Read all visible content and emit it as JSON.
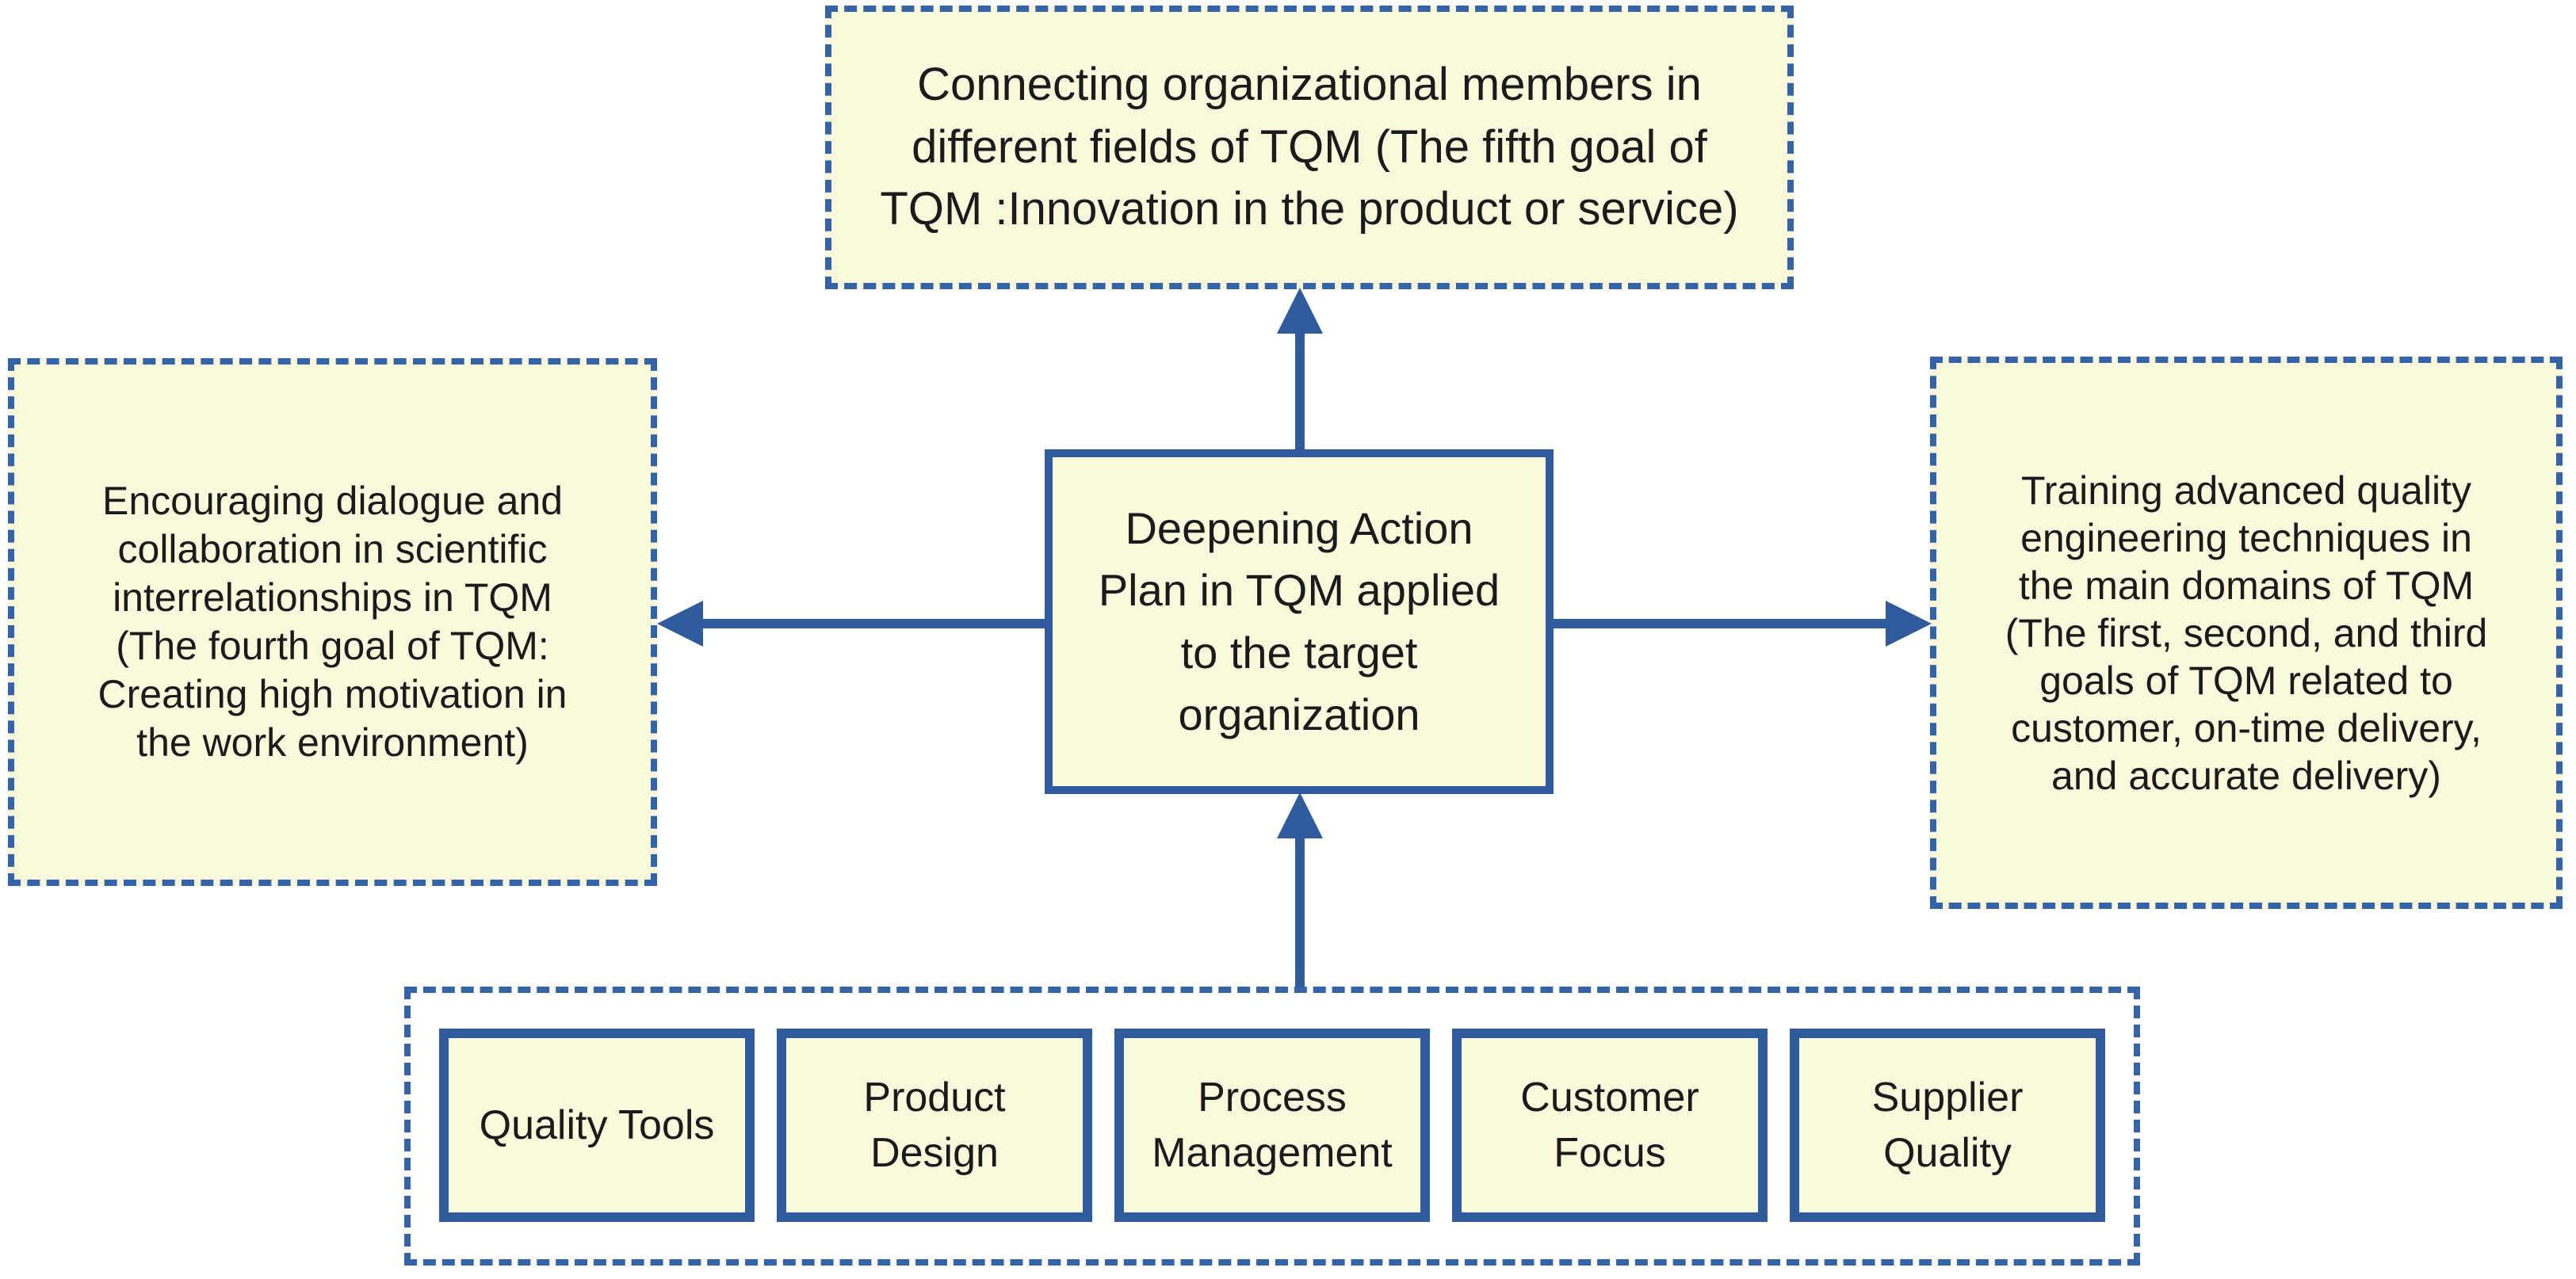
{
  "diagram": {
    "title_hint": "TQM deepening action plan diagram",
    "center_box": {
      "text": "Deepening Action\nPlan in TQM applied\nto the target\norganization"
    },
    "top_box": {
      "text": "Connecting organizational members in\ndifferent fields of TQM (The fifth goal of\nTQM :Innovation in the product or service)"
    },
    "left_box": {
      "text": "Encouraging dialogue and\ncollaboration in scientific\ninterrelationships in TQM\n(The fourth goal of TQM:\nCreating high motivation in\nthe work environment)"
    },
    "right_box": {
      "text": "Training advanced quality\nengineering techniques in\nthe main domains of TQM\n(The first, second, and third\ngoals of TQM related to\ncustomer, on-time delivery,\nand accurate delivery)"
    },
    "bottom_items": [
      {
        "label": "Quality Tools"
      },
      {
        "label": "Product\nDesign"
      },
      {
        "label": "Process\nManagement"
      },
      {
        "label": "Customer\nFocus"
      },
      {
        "label": "Supplier\nQuality"
      }
    ],
    "colors": {
      "box_fill": "#FAF9DC",
      "dashed_border": "#3563A8",
      "solid_border": "#2F5A9C",
      "arrow": "#2F5A9C",
      "text": "#1B1B1B",
      "background": "#FFFFFF"
    }
  }
}
